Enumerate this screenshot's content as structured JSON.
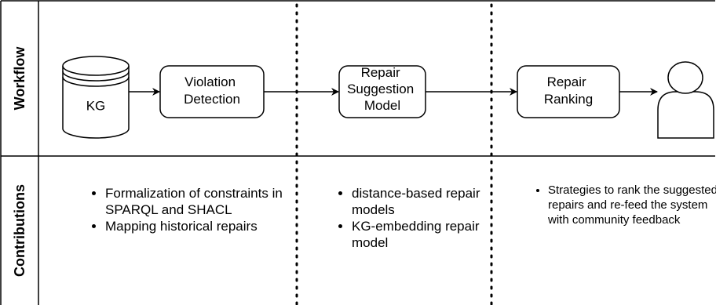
{
  "rows": {
    "workflow_label": "Workflow",
    "contributions_label": "Contributions"
  },
  "workflow": {
    "kg": "KG",
    "violation_detection": [
      "Violation",
      "Detection"
    ],
    "repair_suggestion": [
      "Repair",
      "Suggestion",
      "Model"
    ],
    "repair_ranking": [
      "Repair",
      "Ranking"
    ],
    "user_icon": "person-icon"
  },
  "contributions": {
    "column1": [
      "Formalization of constraints in SPARQL and SHACL",
      "Mapping historical repairs"
    ],
    "column2": [
      "distance-based repair models",
      "KG-embedding repair model"
    ],
    "column3": [
      "Strategies to rank the suggested repairs and re-feed the system with community feedback"
    ]
  },
  "colors": {
    "stroke": "#000000",
    "background": "#ffffff"
  }
}
